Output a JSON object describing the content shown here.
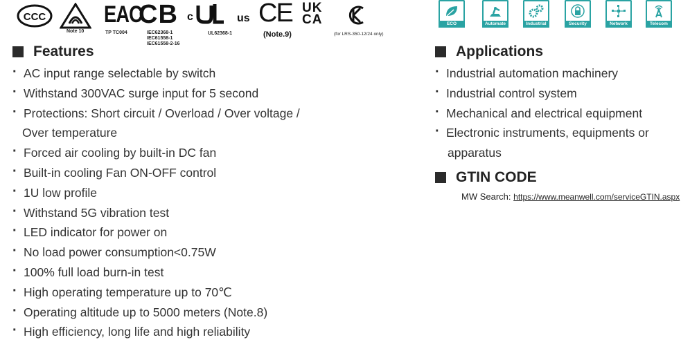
{
  "certifications": {
    "ccc": "CCC",
    "rcm_note": "Note 10",
    "eac": "EAC",
    "eac_note": "TP TC004",
    "cb": "CB",
    "cb_notes": [
      "IEC62368-1",
      "IEC61558-1",
      "IEC61558-2-16"
    ],
    "ul_c": "c",
    "ul_us": "us",
    "ul_note": "UL62368-1",
    "ce": "CE",
    "ce_note": "(Note.9)",
    "ukca_top": "UK",
    "ukca_bottom": "CA",
    "kc_note": "(for LRS-350-12/24 only)"
  },
  "features": {
    "title": "Features",
    "items": [
      "AC input range selectable by switch",
      "Withstand 300VAC surge input for 5 second",
      "Protections: Short circuit / Overload / Over voltage /",
      "Forced air cooling by built-in DC fan",
      "Built-in cooling Fan ON-OFF control",
      "1U low profile",
      "Withstand 5G vibration test",
      "LED indicator for power on",
      "No load power consumption<0.75W",
      "100% full load burn-in test",
      "High operating temperature up to 70℃",
      "Operating altitude up to 5000 meters (Note.8)",
      "High efficiency, long life and high reliability"
    ],
    "item3_cont": "Over temperature"
  },
  "app_icons": [
    {
      "label": "ECO",
      "icon": "leaf-icon"
    },
    {
      "label": "Automate",
      "icon": "robot-arm-icon"
    },
    {
      "label": "Industrial",
      "icon": "gears-icon"
    },
    {
      "label": "Security",
      "icon": "lock-icon"
    },
    {
      "label": "Network",
      "icon": "network-icon"
    },
    {
      "label": "Telecom",
      "icon": "antenna-icon"
    }
  ],
  "applications": {
    "title": "Applications",
    "items": [
      "Industrial automation machinery",
      "Industrial control system",
      "Mechanical and electrical equipment",
      "Electronic instruments, equipments or"
    ],
    "item4_cont": "apparatus"
  },
  "gtin": {
    "title": "GTIN CODE",
    "label": "MW Search:",
    "link": "https://www.meanwell.com/serviceGTIN.aspx"
  },
  "colors": {
    "icon_teal": "#2aa3a3",
    "text": "#333333"
  }
}
